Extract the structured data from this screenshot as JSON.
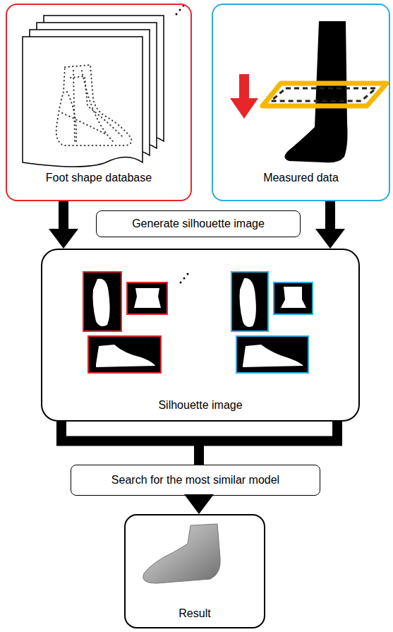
{
  "diagram": {
    "nodes": [
      {
        "text": [
          "Foot shape database"
        ]
      },
      {
        "text": [
          "Measured data"
        ]
      },
      {
        "text": [
          "Generate silhouette image"
        ]
      },
      {
        "text": [
          "Silhouette image"
        ]
      },
      {
        "text": [
          "Search for the most similar model"
        ]
      },
      {
        "text": [
          "Result"
        ]
      }
    ],
    "edges": [
      {
        "from": 0,
        "to": 3,
        "arrow": "to"
      },
      {
        "from": 1,
        "to": 3,
        "arrow": "to"
      },
      {
        "from": 3,
        "to": 4,
        "arrow": "none"
      },
      {
        "from": 4,
        "to": 5,
        "arrow": "to"
      }
    ]
  }
}
